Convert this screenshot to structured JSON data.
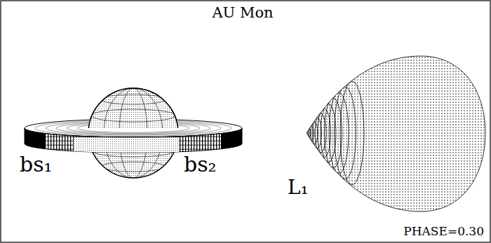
{
  "diagram": {
    "title": "AU Mon",
    "labels": [
      "bs₁",
      "bs₂",
      "L₁",
      "PHASE=0.30"
    ]
  }
}
